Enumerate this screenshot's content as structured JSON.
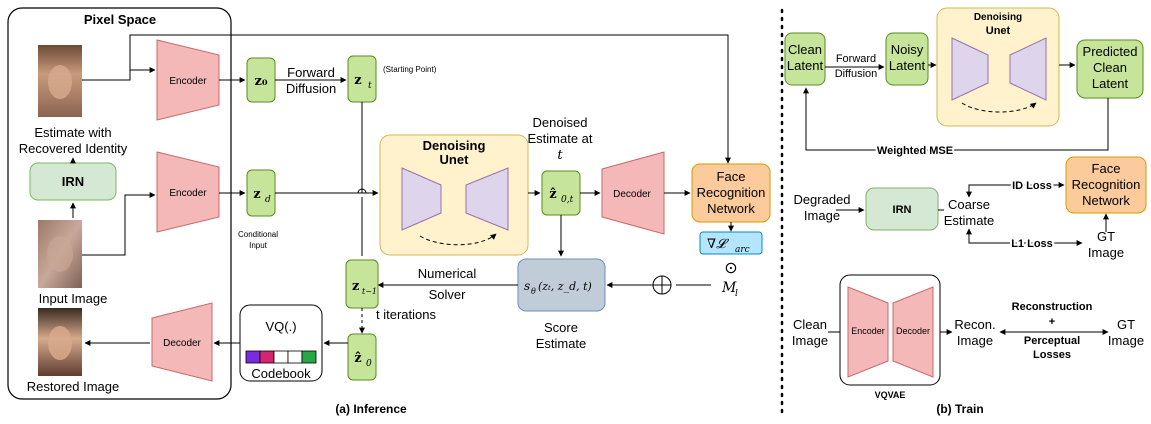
{
  "inference": {
    "pixel_space_title": "Pixel Space",
    "estimate_caption_1": "Estimate with",
    "estimate_caption_2": "Recovered Identity",
    "irn": "IRN",
    "input_image": "Input Image",
    "restored_image": "Restored Image",
    "encoder_top": "Encoder",
    "encoder_mid": "Encoder",
    "decoder_left": "Decoder",
    "z0": "z₀",
    "zt": "z",
    "zt_sub": "t",
    "zd": "z",
    "zd_sub": "d",
    "forward_diffusion_1": "Forward",
    "forward_diffusion_2": "Diffusion",
    "starting_point": "(Starting Point)",
    "conditional_input_1": "Conditional",
    "conditional_input_2": "Input",
    "denoising_unet_1": "Denoising",
    "denoising_unet_2": "Unet",
    "denoised_1": "Denoised",
    "denoised_2": "Estimate at",
    "denoised_3": "t",
    "z0t": "ẑ",
    "z0t_sub": "0,t",
    "decoder_right": "Decoder",
    "face_recognition_1": "Face",
    "face_recognition_2": "Recognition",
    "face_recognition_3": "Network",
    "grad_label": "∇𝓛",
    "grad_sub": "arc",
    "odot": "⊙",
    "mask_label": "M",
    "mask_sub": "l",
    "oplus": "⊕",
    "score_fn": "s",
    "score_fn_sub": "θ",
    "score_fn_args": "(zₜ, z_d, t)",
    "score_1": "Score",
    "score_2": "Estimate",
    "numerical_1": "Numerical",
    "numerical_2": "Solver",
    "zt1": "z",
    "zt1_sub": "t−1",
    "t_iterations": "t iterations",
    "z0hat": "ẑ",
    "z0hat_sub": "0",
    "vq": "VQ(.)",
    "codebook": "Codebook",
    "caption": "(a) Inference"
  },
  "train": {
    "clean_latent_1": "Clean",
    "clean_latent_2": "Latent",
    "forward_1": "Forward",
    "forward_2": "Diffusion",
    "noisy_1": "Noisy",
    "noisy_2": "Latent",
    "unet_1": "Denoising",
    "unet_2": "Unet",
    "pred_1": "Predicted",
    "pred_2": "Clean",
    "pred_3": "Latent",
    "weighted_mse": "Weighted MSE",
    "degraded_1": "Degraded",
    "degraded_2": "Image",
    "irn": "IRN",
    "coarse_1": "Coarse",
    "coarse_2": "Estimate",
    "id_loss": "ID Loss",
    "l1_loss": "L1 Loss",
    "frn_1": "Face",
    "frn_2": "Recognition",
    "frn_3": "Network",
    "gt_1": "GT",
    "gt_2": "Image",
    "clean_img_1": "Clean",
    "clean_img_2": "Image",
    "encoder": "Encoder",
    "decoder": "Decoder",
    "vqvae": "VQVAE",
    "recon_1": "Recon.",
    "recon_2": "Image",
    "recon_loss_1": "Reconstruction",
    "recon_loss_2": "+",
    "recon_loss_3": "Perceptual",
    "recon_loss_4": "Losses",
    "gt2_1": "GT",
    "gt2_2": "Image",
    "caption": "(b) Train"
  },
  "colors": {
    "green_box": "#c6e59b",
    "green_stroke": "#5a8a1e",
    "pink": "#f5b8b8",
    "pink_stroke": "#c76a6a",
    "unet_bg": "#fff2cc",
    "unet_stroke": "#d6b656",
    "unet_wing": "#ded4ec",
    "orange": "#fbcb9b",
    "orange_stroke": "#d79b00",
    "blue": "#b3e5fc",
    "score_box": "#c0ccd8",
    "irn": "#d5e8d4",
    "codebook": [
      "#7a2be2",
      "#d6246e",
      "#ffffff",
      "#ffffff",
      "#28a745"
    ]
  }
}
